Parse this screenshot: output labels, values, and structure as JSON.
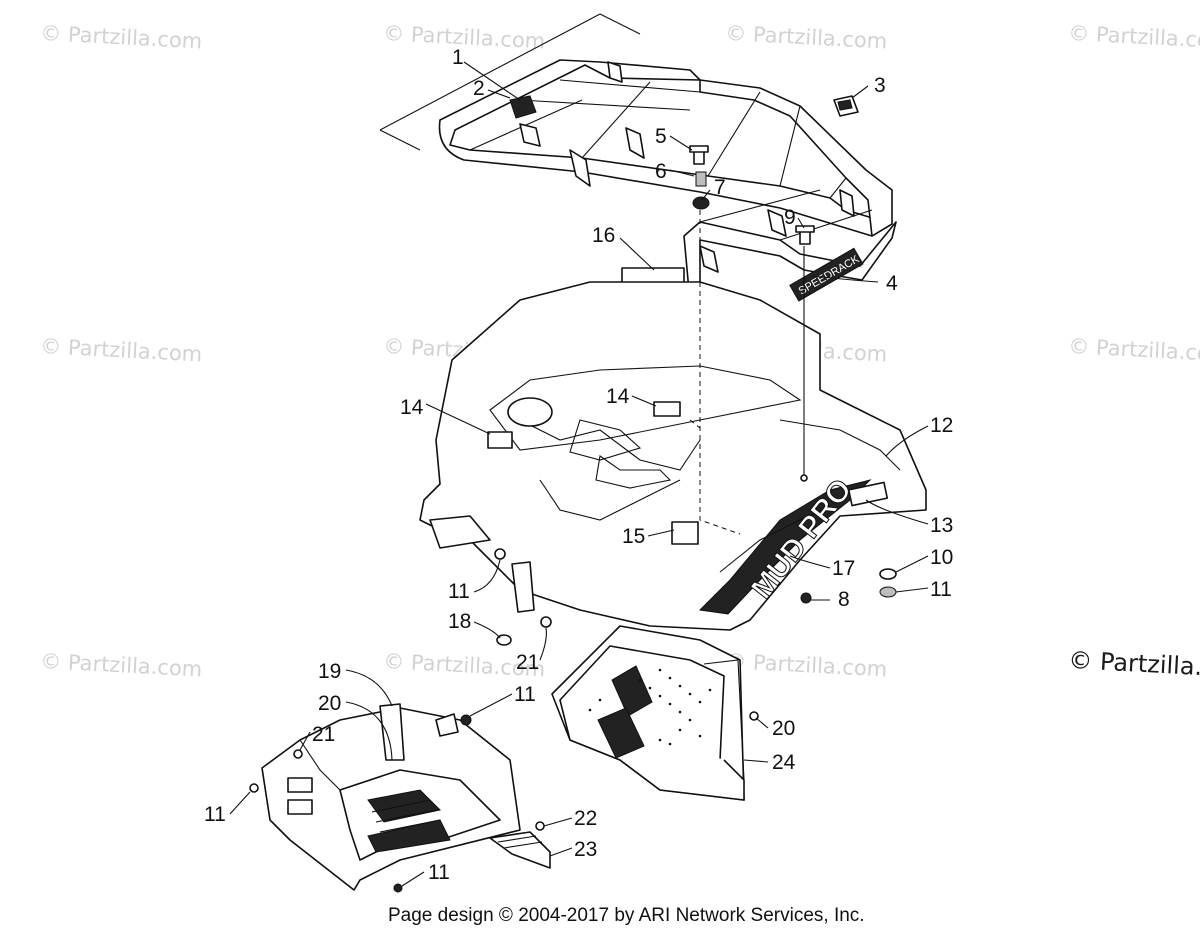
{
  "watermark": {
    "text": "© Partzilla.com",
    "text_cut": "© Partzilla.c"
  },
  "footer": {
    "text": "Page design © 2004-2017 by ARI Network Services, Inc."
  },
  "callouts": [
    "1",
    "2",
    "3",
    "4",
    "5",
    "6",
    "7",
    "8",
    "9",
    "10",
    "11",
    "12",
    "13",
    "14",
    "15",
    "16",
    "17",
    "18",
    "19",
    "20",
    "21",
    "22",
    "23",
    "24"
  ],
  "decals": {
    "fender": "MUD PRO",
    "rack": "SPEEDRACK"
  },
  "colors": {
    "line": "#111111",
    "watermark": "#d2d2d2",
    "background": "#ffffff"
  }
}
